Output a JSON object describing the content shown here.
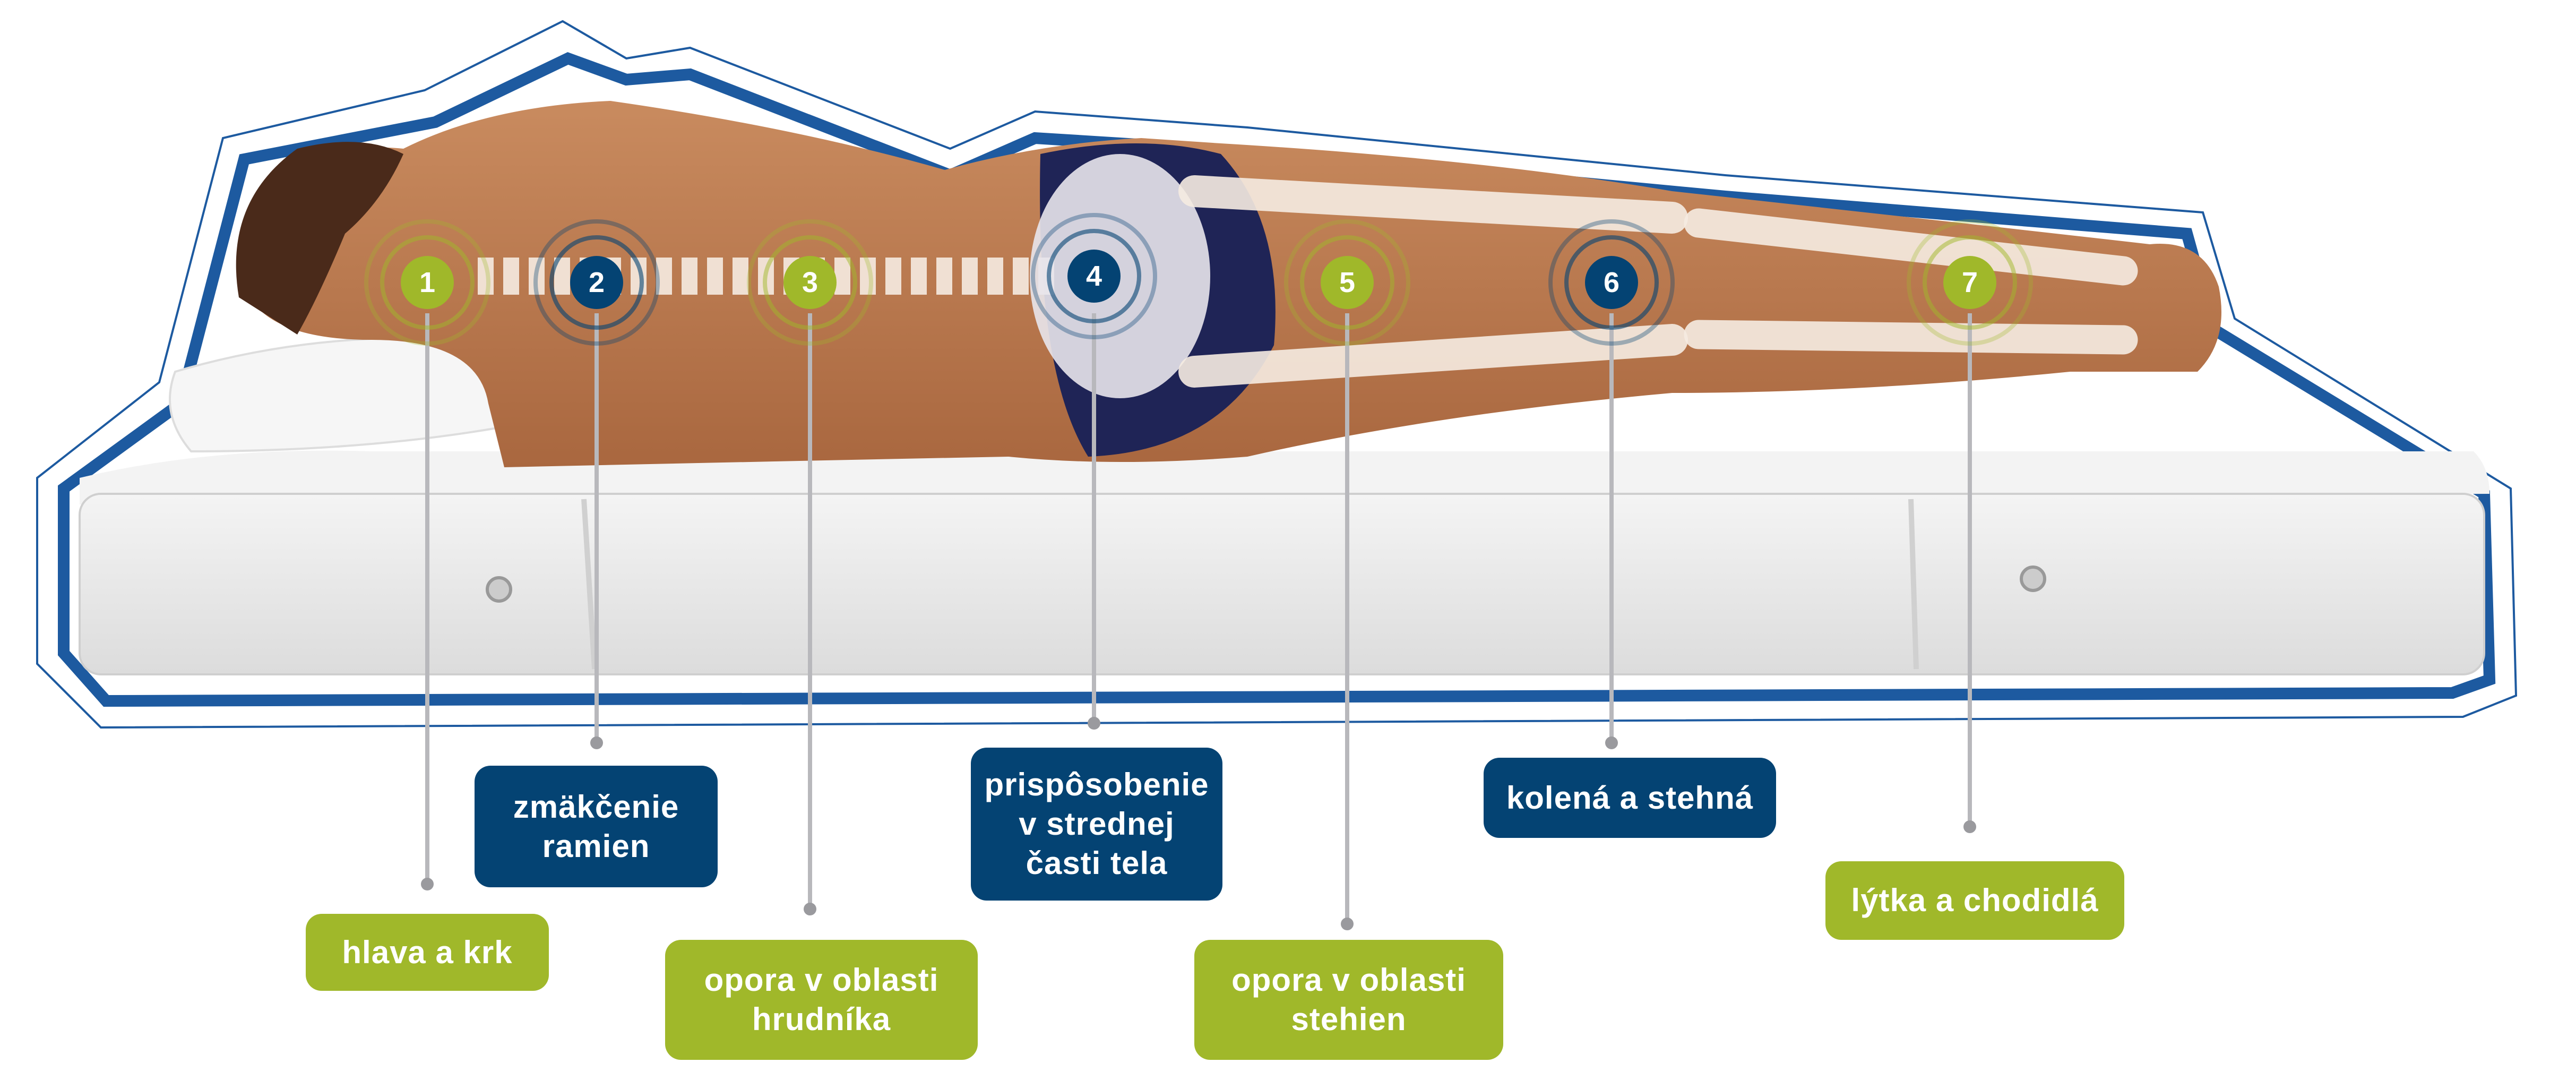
{
  "colors": {
    "green": "#a0b82a",
    "blue": "#044373",
    "outline": "#1d5aa0",
    "leader": "#b8b8bc"
  },
  "zones": [
    {
      "number": "1",
      "label": "hlava a krk",
      "color": "green"
    },
    {
      "number": "2",
      "label": "zmäkčenie ramien",
      "color": "blue"
    },
    {
      "number": "3",
      "label": "opora v oblasti hrudníka",
      "color": "green"
    },
    {
      "number": "4",
      "label": "prispôsobenie v strednej časti tela",
      "color": "blue"
    },
    {
      "number": "5",
      "label": "opora v oblasti stehien",
      "color": "green"
    },
    {
      "number": "6",
      "label": "kolená a stehná",
      "color": "blue"
    },
    {
      "number": "7",
      "label": "lýtka a chodidlá",
      "color": "green"
    }
  ]
}
